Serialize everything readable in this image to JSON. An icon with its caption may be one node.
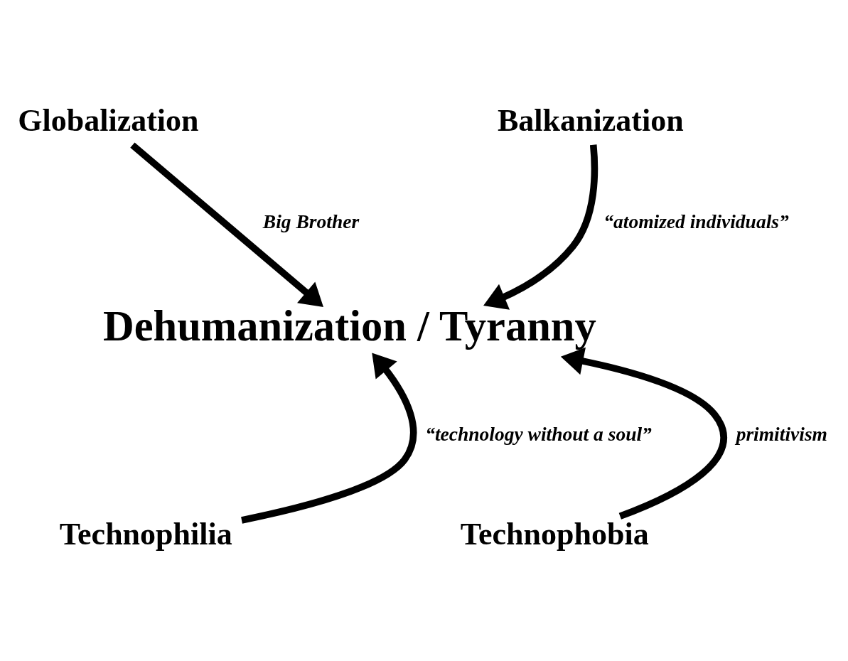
{
  "diagram": {
    "nodes": [
      {
        "text": [
          "Globalization"
        ]
      },
      {
        "text": [
          "Balkanization"
        ]
      },
      {
        "text": [
          "Dehumanization / Tyranny"
        ]
      },
      {
        "text": [
          "Technophilia"
        ]
      },
      {
        "text": [
          "Technophobia"
        ]
      }
    ],
    "edges": [
      {
        "from": 0,
        "to": 2,
        "arrow": "to",
        "label": "Big Brother"
      },
      {
        "from": 1,
        "to": 2,
        "arrow": "to",
        "label": "“atomized individuals”"
      },
      {
        "from": 3,
        "to": 2,
        "arrow": "to",
        "label": "“technology without a soul”"
      },
      {
        "from": 4,
        "to": 2,
        "arrow": "to",
        "label": "primitivism"
      }
    ]
  }
}
